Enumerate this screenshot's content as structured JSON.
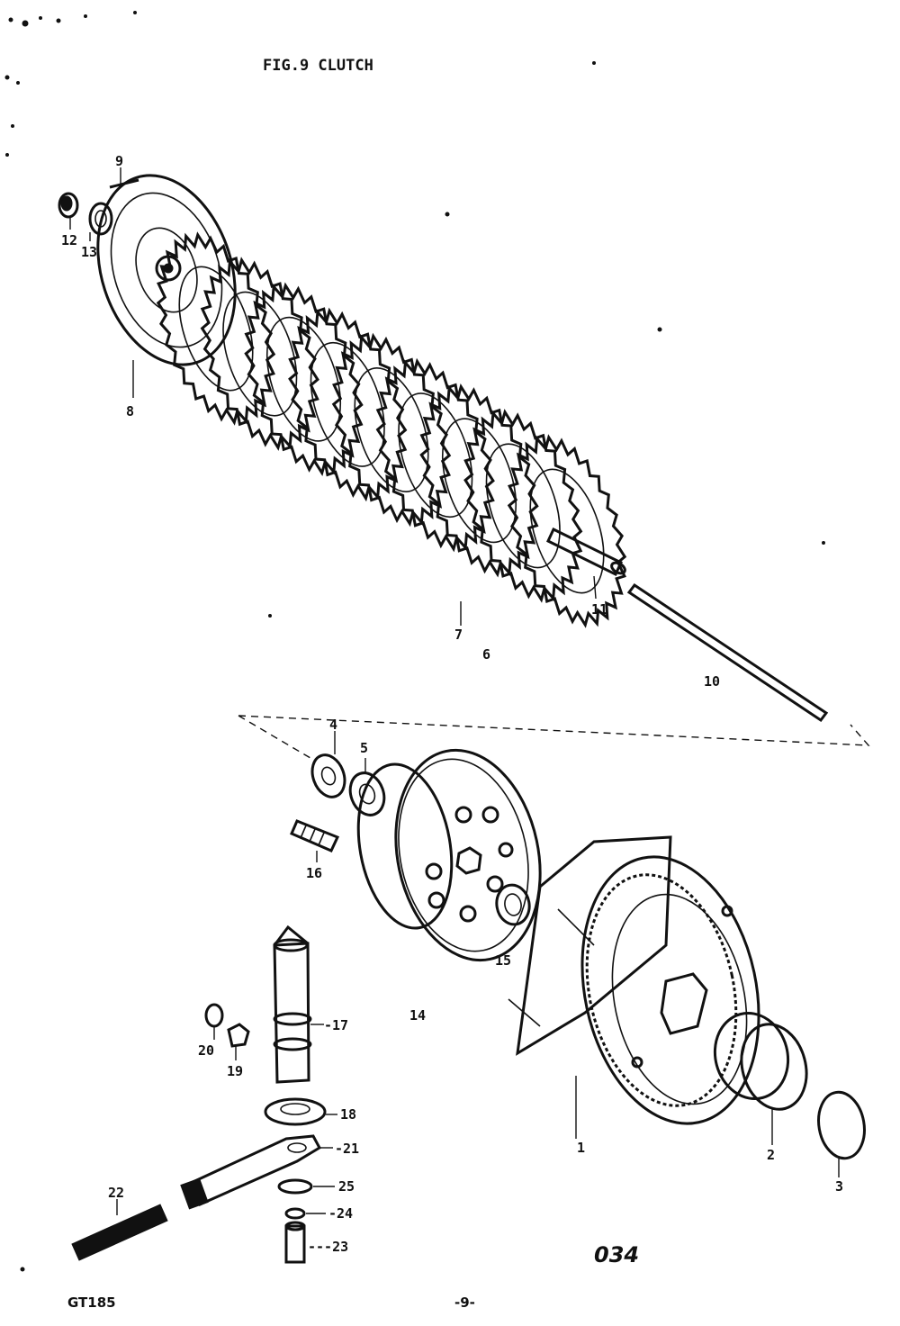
{
  "figure": {
    "title": "FIG.9  CLUTCH",
    "model": "GT185",
    "page": "-9-",
    "code": "034"
  },
  "callouts": {
    "p1": "1",
    "p2": "2",
    "p3": "3",
    "p4": "4",
    "p5": "5",
    "p6": "6",
    "p7": "7",
    "p8": "8",
    "p9": "9",
    "p10": "10",
    "p11": "11",
    "p12": "12",
    "p13": "13",
    "p14": "14",
    "p15": "15",
    "p16": "16",
    "p17": "-17",
    "p18": "18",
    "p19": "19",
    "p20": "20",
    "p21": "-21",
    "p22": "22",
    "p23": "---23",
    "p24": "-24",
    "p25": "25"
  }
}
